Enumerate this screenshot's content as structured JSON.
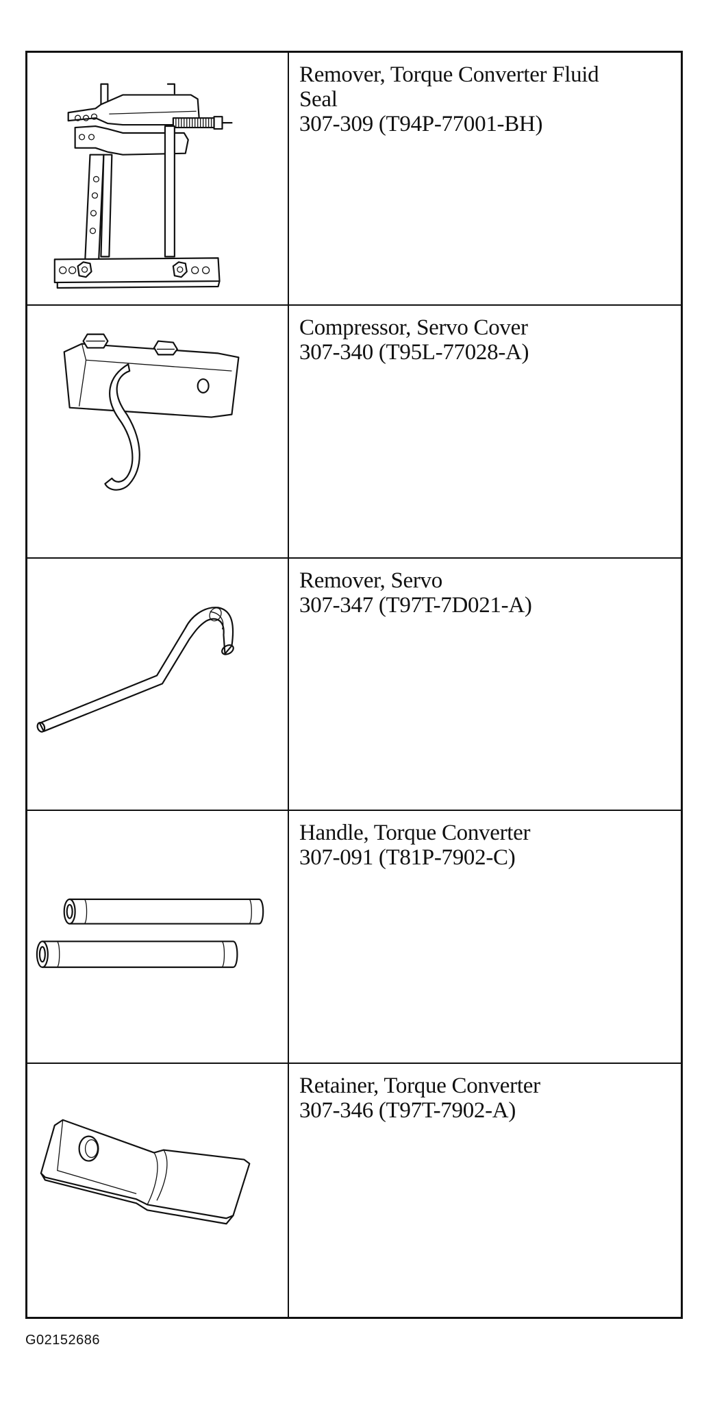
{
  "tools": [
    {
      "icon": "torque-converter-fluid-seal-remover-icon",
      "name_lines": [
        "Remover, Torque Converter Fluid",
        "Seal"
      ],
      "part_number": "307-309 (T94P-77001-BH)"
    },
    {
      "icon": "servo-cover-compressor-icon",
      "name_lines": [
        "Compressor, Servo Cover"
      ],
      "part_number": "307-340 (T95L-77028-A)"
    },
    {
      "icon": "servo-remover-icon",
      "name_lines": [
        "Remover, Servo"
      ],
      "part_number": "307-347 (T97T-7D021-A)"
    },
    {
      "icon": "torque-converter-handle-icon",
      "name_lines": [
        "Handle, Torque Converter"
      ],
      "part_number": "307-091 (T81P-7902-C)"
    },
    {
      "icon": "torque-converter-retainer-icon",
      "name_lines": [
        "Retainer, Torque Converter"
      ],
      "part_number": "307-346 (T97T-7902-A)"
    }
  ],
  "figure_id": "G02152686"
}
